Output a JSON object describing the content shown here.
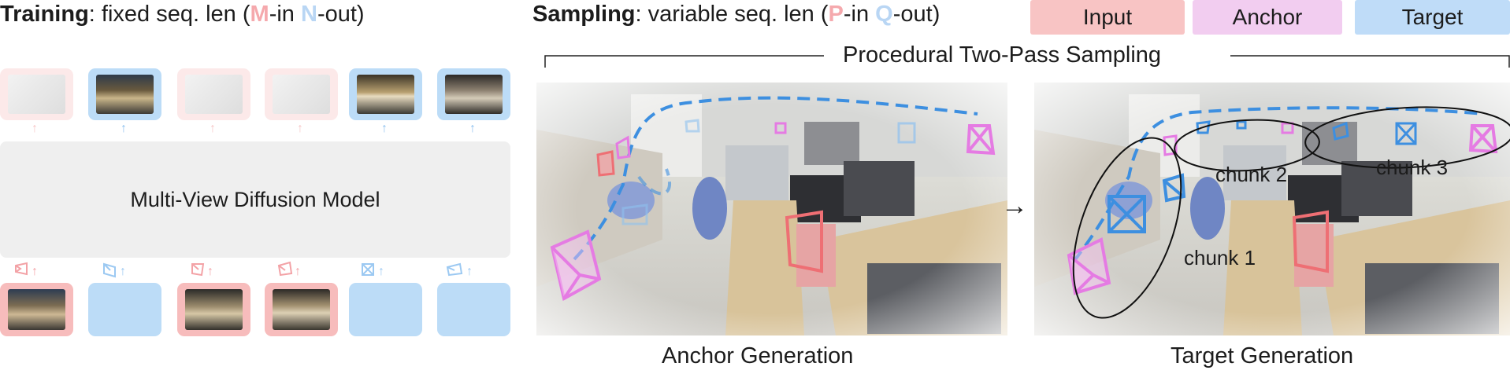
{
  "training": {
    "label": "Training",
    "rest_prefix": ": fixed seq. len (",
    "m": "M",
    "mid": "-in ",
    "n": "N",
    "suffix": "-out)"
  },
  "sampling": {
    "label": "Sampling",
    "rest_prefix": ": variable seq. len (",
    "p": "P",
    "mid": "-in ",
    "q": "Q",
    "suffix": "-out)"
  },
  "legend": [
    {
      "label": "Input",
      "color": "#f8c4c4"
    },
    {
      "label": "Anchor",
      "color": "#f2cdf0"
    },
    {
      "label": "Target",
      "color": "#bfdcf8"
    }
  ],
  "model_label": "Multi-View Diffusion Model",
  "procedural_title": "Procedural Two-Pass Sampling",
  "captions": {
    "anchor": "Anchor Generation",
    "target": "Target Generation"
  },
  "chunks": [
    "chunk 1",
    "chunk 2",
    "chunk 3"
  ],
  "colors": {
    "input": "#f7bcbc",
    "target": "#bcdcf7",
    "anchor_cam": "#e57be3",
    "target_cam": "#3d8fe0",
    "input_cam": "#ee6f74"
  }
}
